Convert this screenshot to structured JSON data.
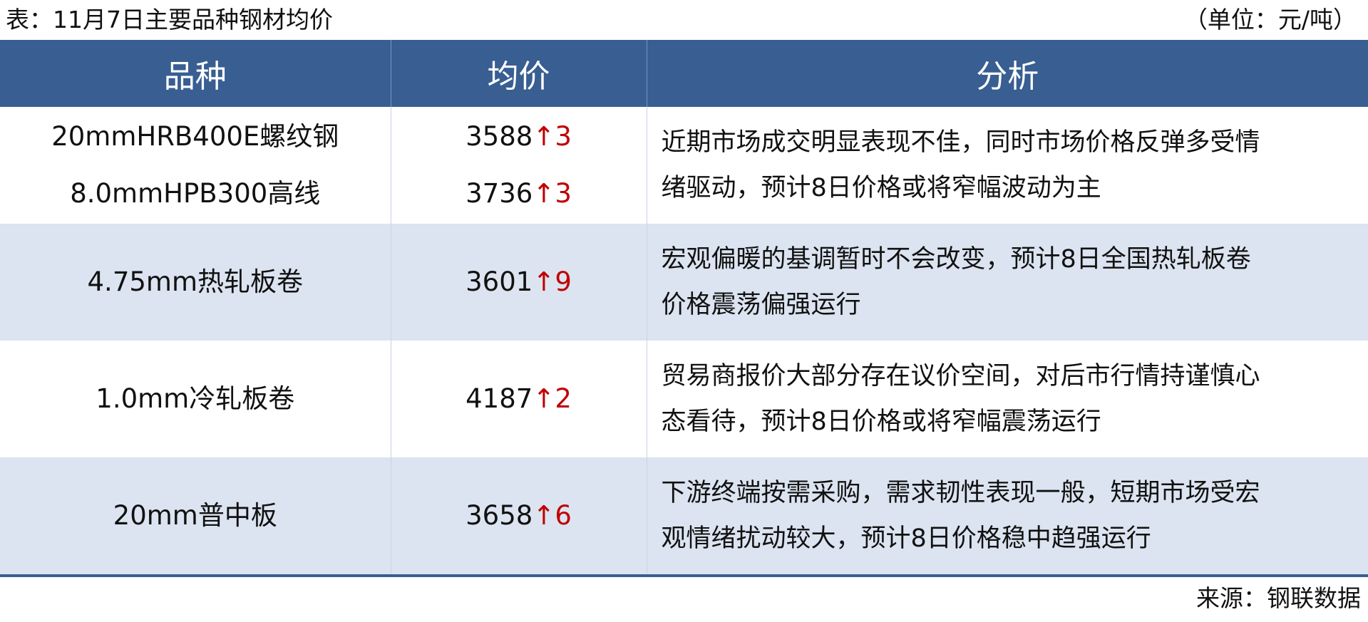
{
  "caption": {
    "title": "表：11月7日主要品种钢材均价",
    "unit": "（单位：元/吨）"
  },
  "table": {
    "headers": [
      "品种",
      "均价",
      "分析"
    ],
    "rows": [
      {
        "items": [
          {
            "name": "20mmHRB400E螺纹钢",
            "price": "3588",
            "change": "↑3"
          },
          {
            "name": "8.0mmHPB300高线",
            "price": "3736",
            "change": "↑3"
          }
        ],
        "analysis_lines": [
          "近期市场成交明显表现不佳，同时市场价格反弹多受情",
          "绪驱动，预计8日价格或将窄幅波动为主"
        ]
      },
      {
        "items": [
          {
            "name": "4.75mm热轧板卷",
            "price": "3601",
            "change": "↑9"
          }
        ],
        "analysis_lines": [
          "宏观偏暖的基调暂时不会改变，预计8日全国热轧板卷",
          "价格震荡偏强运行"
        ]
      },
      {
        "items": [
          {
            "name": "1.0mm冷轧板卷",
            "price": "4187",
            "change": "↑2"
          }
        ],
        "analysis_lines": [
          "贸易商报价大部分存在议价空间，对后市行情持谨慎心",
          "态看待，预计8日价格或将窄幅震荡运行"
        ]
      },
      {
        "items": [
          {
            "name": "20mm普中板",
            "price": "3658",
            "change": "↑6"
          }
        ],
        "analysis_lines": [
          "下游终端按需采购，需求韧性表现一般，短期市场受宏",
          "观情绪扰动较大，预计8日价格稳中趋强运行"
        ]
      }
    ]
  },
  "source": "来源：钢联数据",
  "colors": {
    "header_bg": "#385e92",
    "band_bg": "#dbe4f0",
    "up_color": "#c00000"
  }
}
